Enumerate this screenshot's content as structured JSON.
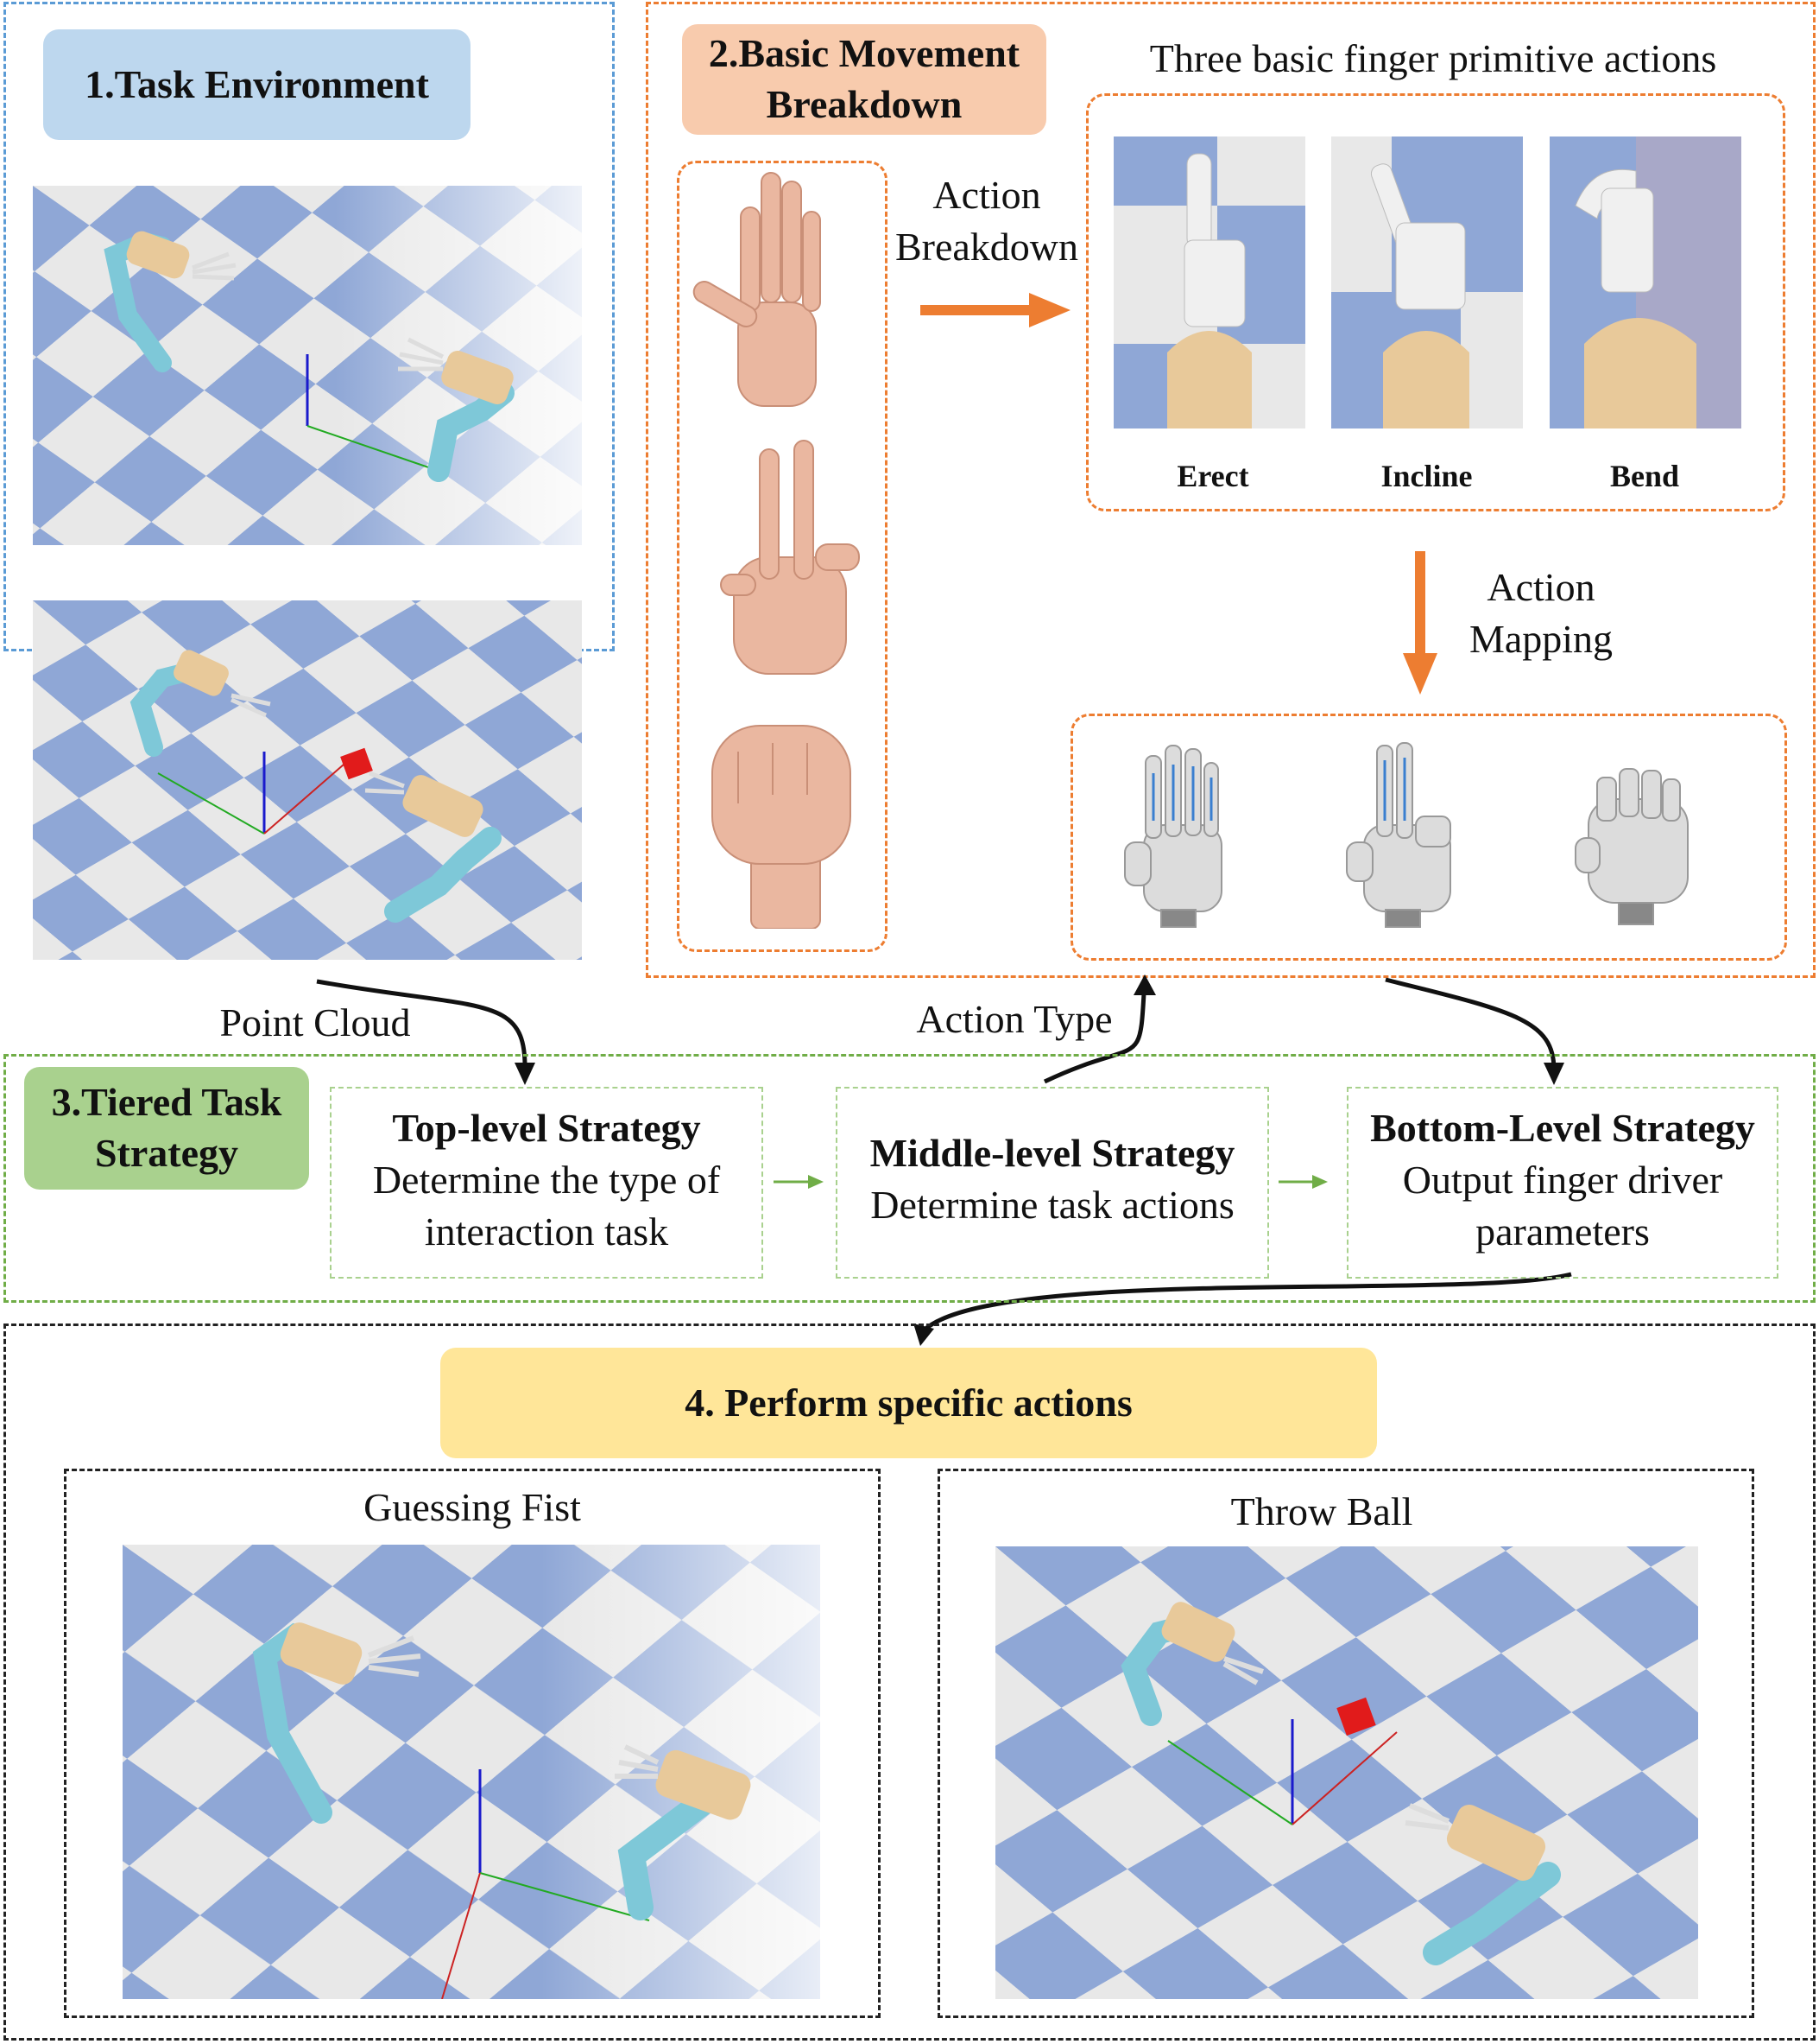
{
  "colors": {
    "blue_section": "#5b9bd5",
    "orange_section": "#ed7d31",
    "green_section": "#70ad47",
    "black_section": "#222222",
    "pill_blue": "#bdd7ee",
    "pill_orange": "#f8cbad",
    "pill_green": "#a9d18e",
    "pill_yellow": "#ffe699",
    "floor_blue": "#8fa7d6",
    "floor_light": "#e6e6e6",
    "robot_cyan": "#7ec8d8",
    "robot_tan": "#e8c99a",
    "cube_red": "#e11b1b",
    "arrow_orange": "#ed7d31"
  },
  "sections": {
    "task_environment": {
      "title": "1.Task Environment"
    },
    "movement_breakdown": {
      "title_line1": "2.Basic Movement",
      "title_line2": "Breakdown",
      "primitives_title": "Three basic finger primitive actions",
      "action_breakdown_line1": "Action",
      "action_breakdown_line2": "Breakdown",
      "action_mapping_line1": "Action",
      "action_mapping_line2": "Mapping",
      "primitives": [
        "Erect",
        "Incline",
        "Bend"
      ]
    },
    "tiered_strategy": {
      "title_line1": "3.Tiered Task",
      "title_line2": "Strategy",
      "top": {
        "heading": "Top-level Strategy",
        "line1": "Determine the type of",
        "line2": "interaction task"
      },
      "middle": {
        "heading": "Middle-level Strategy",
        "line1": "Determine task actions"
      },
      "bottom": {
        "heading": "Bottom-Level Strategy",
        "line1": "Output finger driver",
        "line2": "parameters"
      }
    },
    "perform_actions": {
      "title": "4. Perform specific actions",
      "left_title": "Guessing Fist",
      "right_title": "Throw Ball"
    }
  },
  "connectors": {
    "point_cloud": "Point Cloud",
    "action_type": "Action Type"
  }
}
